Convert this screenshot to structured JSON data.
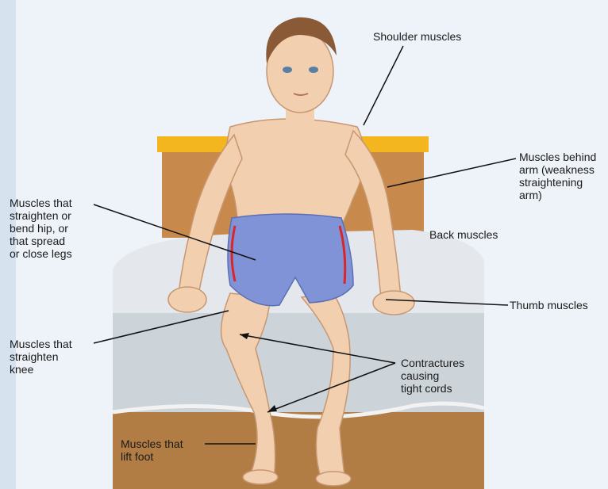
{
  "labels": {
    "shoulder": "Shoulder muscles",
    "behind_arm": "Muscles behind\narm (weakness\nstraightening\narm)",
    "hip": "Muscles that\nstraighten or\nbend hip, or\nthat spread\nor close legs",
    "back": "Back muscles",
    "thumb": "Thumb muscles",
    "knee": "Muscles that\nstraighten\nknee",
    "contractures": "Contractures\ncausing\ntight cords",
    "foot": "Muscles that\nlift foot"
  },
  "colors": {
    "background_wash": "#dfe8f3",
    "skin": "#f2cfae",
    "skin_shadow": "#d9a985",
    "hair": "#8a5a36",
    "shorts": "#7f93d6",
    "shorts_stripe": "#d8262a",
    "bed_frame": "#c8894c",
    "bed_rail": "#f3b61f",
    "sheet": "#e6e8ec",
    "floor": "#b27d45",
    "leader_line": "#111111"
  }
}
